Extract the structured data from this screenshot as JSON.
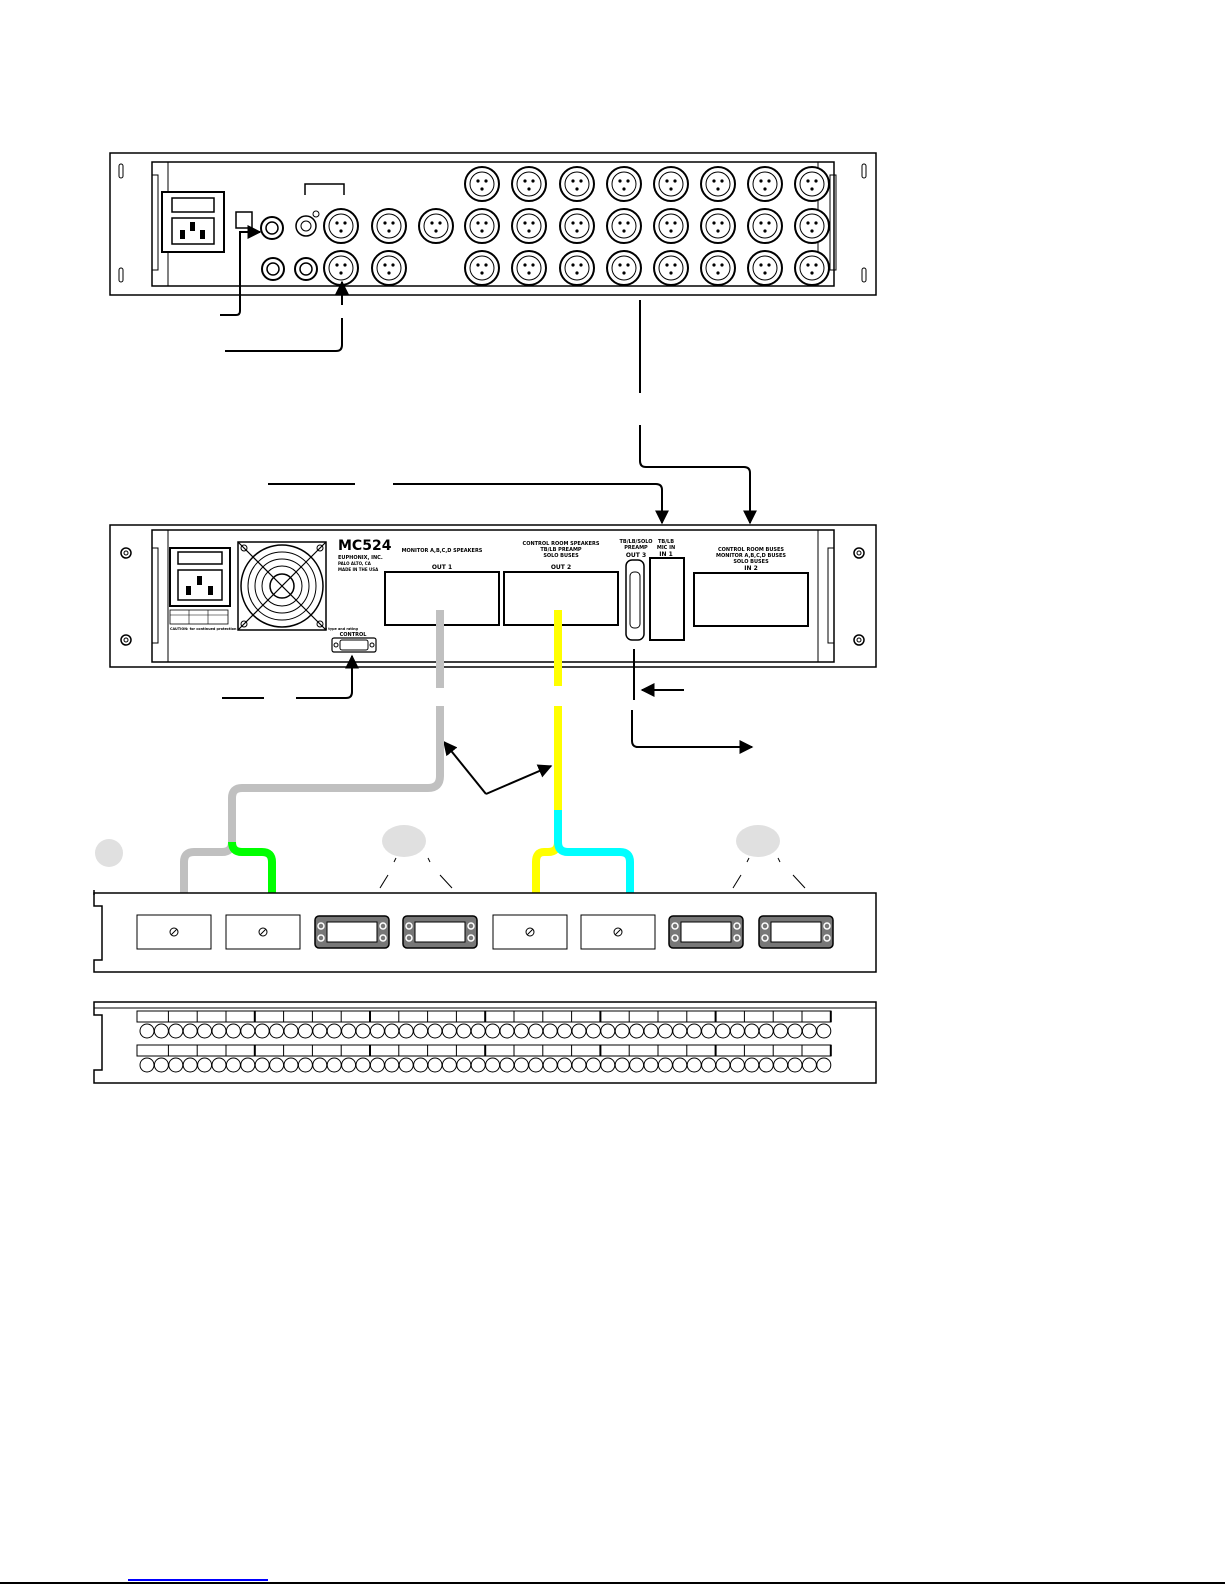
{
  "mc524": {
    "model": "MC524",
    "maker": "EUPHONIX, INC.",
    "city": "PALO ALTO, CA",
    "origin": "MADE IN THE USA",
    "out1_desc": "MONITOR A,B,C,D SPEAKERS",
    "out1": "OUT 1",
    "out2_desc1": "CONTROL ROOM SPEAKERS",
    "out2_desc2": "TB/LB PREAMP",
    "out2_desc3": "SOLO BUSES",
    "out2": "OUT 2",
    "out3_desc1": "TB/LB/SOLO",
    "out3_desc2": "PREAMP",
    "out3": "OUT 3",
    "in1_desc1": "TB/LB",
    "in1_desc2": "MIC IN",
    "in1": "IN 1",
    "in2_desc1": "CONTROL ROOM BUSES",
    "in2_desc2": "MONITOR A,B,C,D BUSES",
    "in2_desc3": "SOLO BUSES",
    "in2": "IN 2",
    "control": "CONTROL",
    "caution": "CAUTION: for continued protection against risk of fire, replace fuse with the same type and rating"
  },
  "colors": {
    "gray_cable": "#c0c0c0",
    "green_cable": "#00ff00",
    "yellow_cable": "#ffff00",
    "cyan_cable": "#00ffff",
    "footer_link": "#0000ff"
  }
}
